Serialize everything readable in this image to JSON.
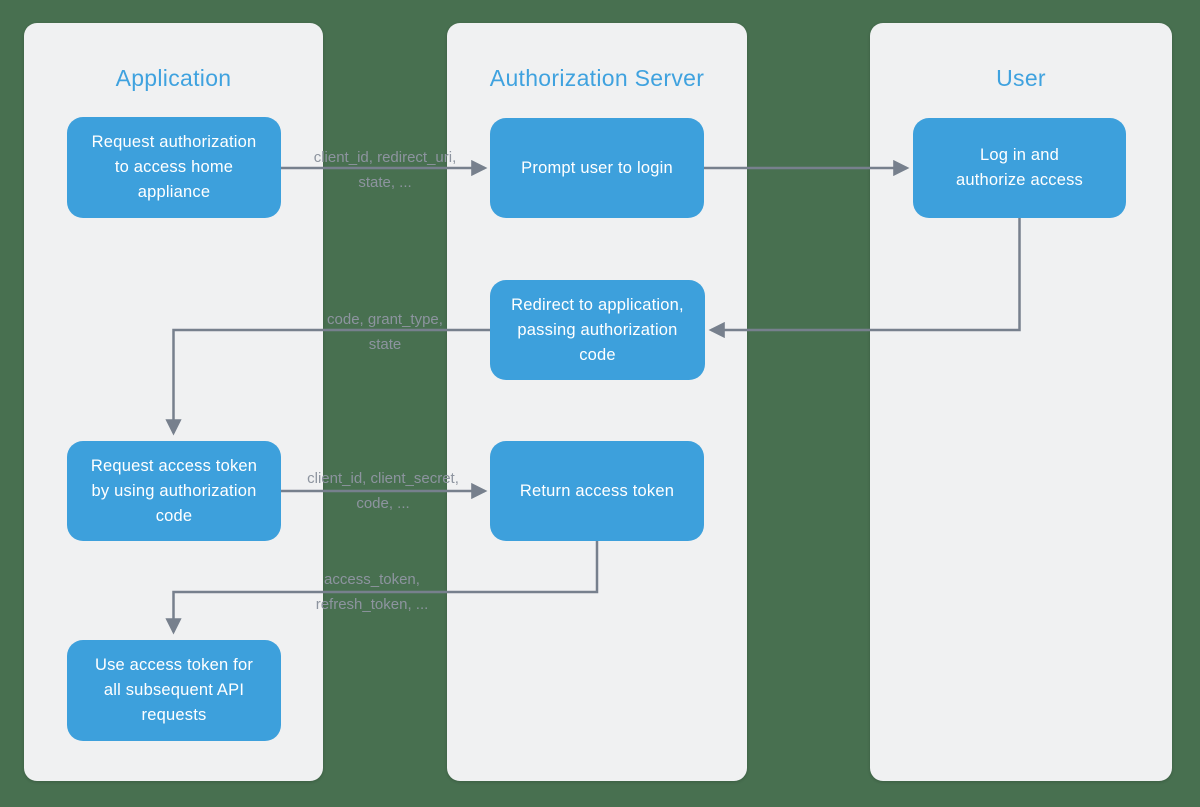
{
  "diagram": {
    "lanes": [
      {
        "id": "application",
        "title": "Application"
      },
      {
        "id": "authorization-server",
        "title": "Authorization Server"
      },
      {
        "id": "user",
        "title": "User"
      }
    ],
    "nodes": [
      {
        "id": "request-authorization",
        "text": "Request authorization\nto access home\nappliance"
      },
      {
        "id": "prompt-login",
        "text": "Prompt user to login"
      },
      {
        "id": "login-authorize",
        "text": "Log in and\nauthorize access"
      },
      {
        "id": "redirect-application",
        "text": "Redirect to application,\npassing authorization\ncode"
      },
      {
        "id": "request-token",
        "text": "Request access token\nby using authorization\ncode"
      },
      {
        "id": "return-token",
        "text": "Return access token"
      },
      {
        "id": "use-token",
        "text": "Use access token for\nall subsequent API\nrequests"
      }
    ],
    "edge_labels": [
      {
        "id": "auth-request-params",
        "text": "client_id, redirect_uri,\nstate, ..."
      },
      {
        "id": "auth-code-params",
        "text": "code, grant_type,\nstate"
      },
      {
        "id": "token-request-params",
        "text": "client_id, client_secret,\ncode, ..."
      },
      {
        "id": "token-response-params",
        "text": "access_token,\nrefresh_token, ..."
      }
    ],
    "colors": {
      "background": "#487050",
      "lane": "#F0F1F2",
      "node": "#3DA0DC",
      "lane_title": "#3FA2DF",
      "arrow": "#77808D",
      "edge_label": "#8D949F"
    }
  }
}
